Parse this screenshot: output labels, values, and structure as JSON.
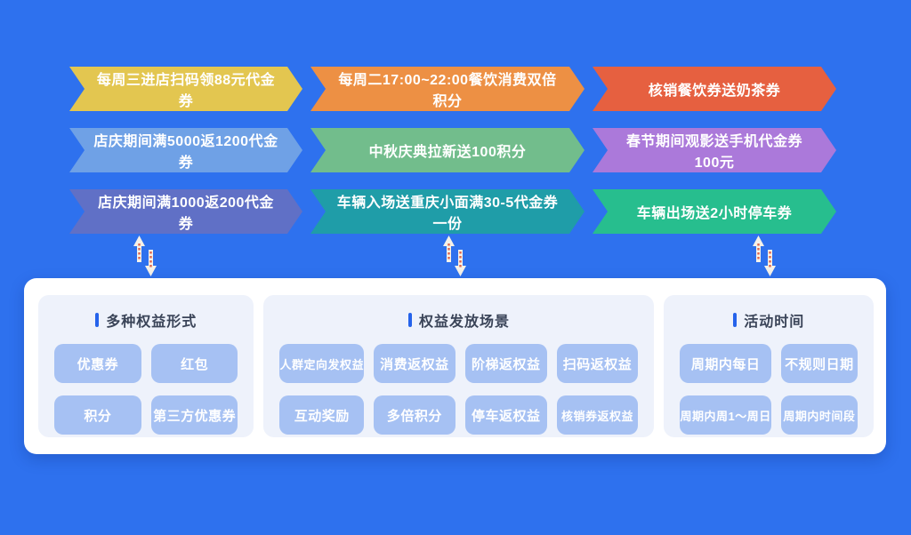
{
  "colors": {
    "background": "#2E71EE",
    "panel": "#FFFFFF",
    "section_bg": "#EEF2FB",
    "tag_bg": "#A6C1F3",
    "title_accent": "#2563EB",
    "title_text": "#3A4458",
    "banner_text": "#FFFFFF"
  },
  "banners": [
    {
      "label": "每周三进店扫码领88元代金券",
      "color": "#E3C650"
    },
    {
      "label": "每周二17:00~22:00餐饮消费双倍积分",
      "color": "#ED9044"
    },
    {
      "label": "核销餐饮券送奶茶券",
      "color": "#E66040"
    },
    {
      "label": "店庆期间满5000返1200代金券",
      "color": "#6FA1E6"
    },
    {
      "label": "中秋庆典拉新送100积分",
      "color": "#72BD8C"
    },
    {
      "label": "春节期间观影送手机代金券100元",
      "color": "#AB79DA"
    },
    {
      "label": "店庆期间满1000返200代金券",
      "color": "#6070C6"
    },
    {
      "label": "车辆入场送重庆小面满30-5代金券一份",
      "color": "#1F9DA8"
    },
    {
      "label": "车辆出场送2小时停车券",
      "color": "#27BE8E"
    }
  ],
  "connector_icon": "up-down-dashed-arrows",
  "sections": [
    {
      "title": "多种权益形式",
      "tags": [
        "优惠券",
        "红包",
        "积分",
        "第三方优惠券"
      ]
    },
    {
      "title": "权益发放场景",
      "tags": [
        "人群定向发权益",
        "消费返权益",
        "阶梯返权益",
        "扫码返权益",
        "互动奖励",
        "多倍积分",
        "停车返权益",
        "核销券返权益"
      ]
    },
    {
      "title": "活动时间",
      "tags": [
        "周期内每日",
        "不规则日期",
        "周期内周1～周日",
        "周期内时间段"
      ]
    }
  ]
}
